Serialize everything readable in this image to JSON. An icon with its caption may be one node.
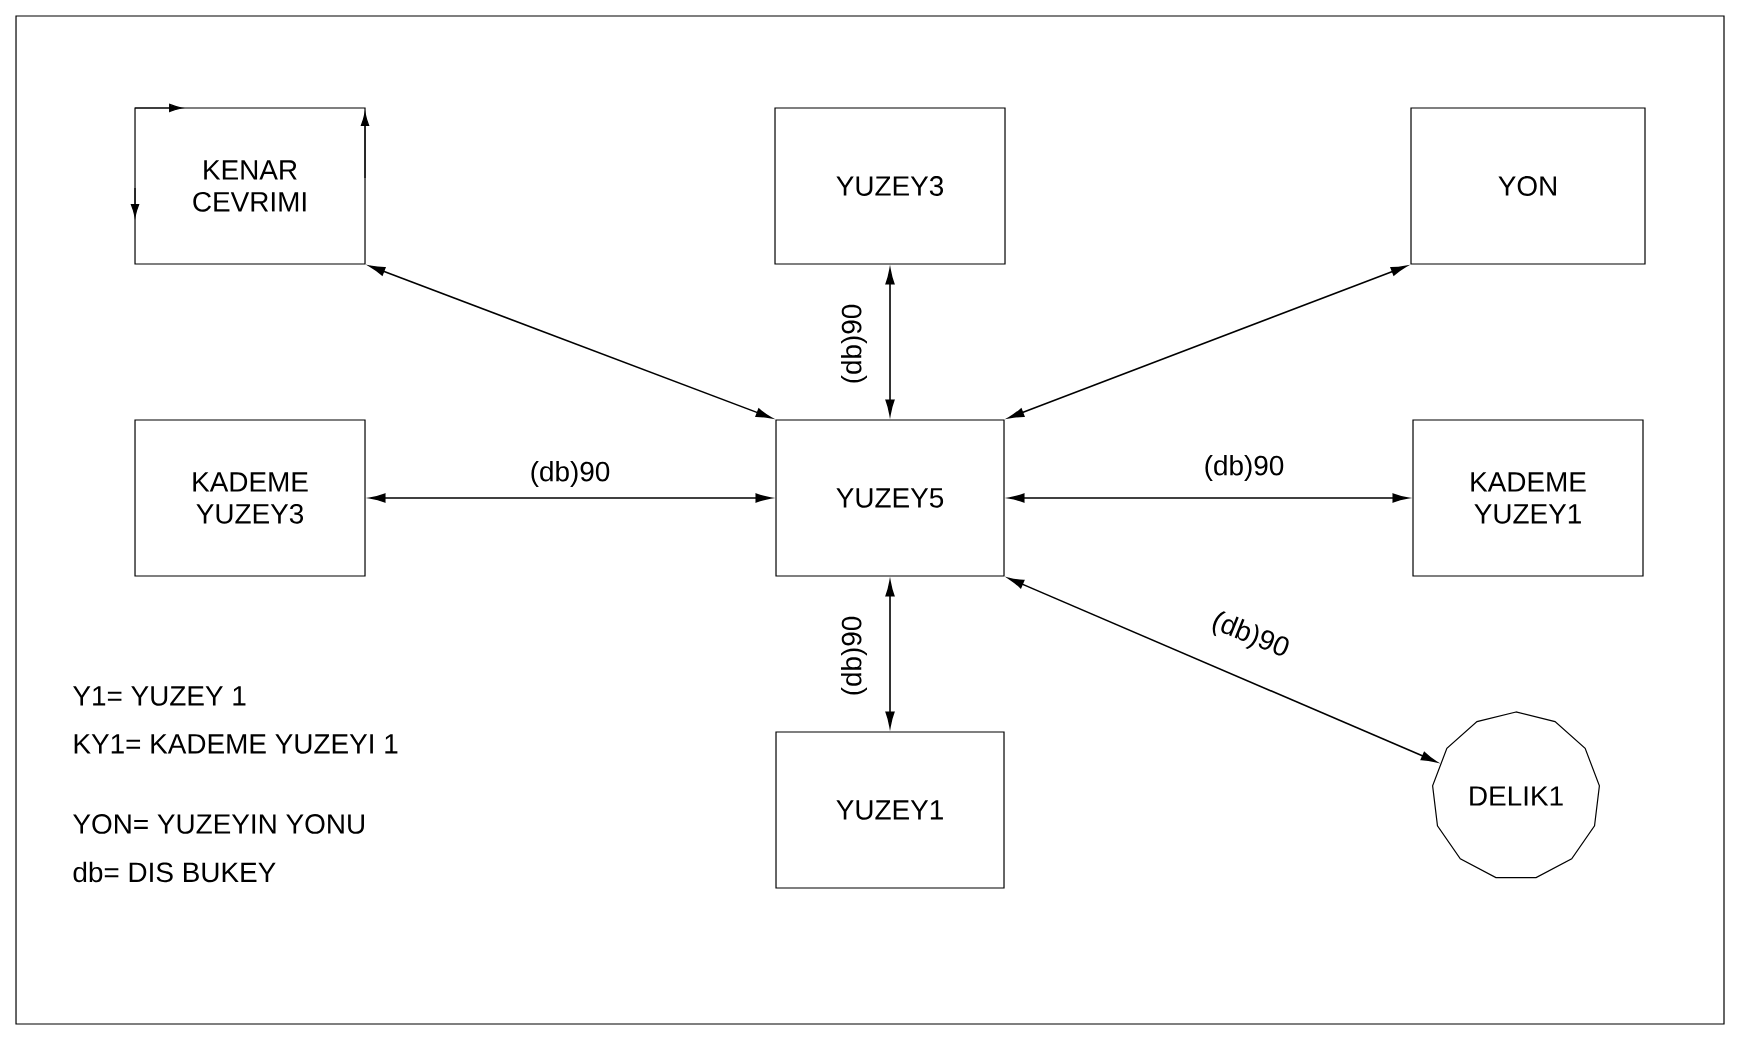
{
  "diagram": {
    "nodes": [
      {
        "text": [
          "KENAR CEVRIMI"
        ]
      },
      {
        "text": [
          "YUZEY3"
        ]
      },
      {
        "text": [
          "YON"
        ]
      },
      {
        "text": [
          "KADEME YUZEY3"
        ]
      },
      {
        "text": [
          "YUZEY5"
        ]
      },
      {
        "text": [
          "KADEME YUZEY1"
        ]
      },
      {
        "text": [
          "YUZEY1"
        ]
      },
      {
        "text": [
          "DELIK1"
        ]
      }
    ],
    "edges": [
      {
        "from": 4,
        "to": 0,
        "arrow": "both"
      },
      {
        "from": 4,
        "to": 1,
        "label": "(db)90",
        "arrow": "both"
      },
      {
        "from": 4,
        "to": 2,
        "arrow": "both"
      },
      {
        "from": 4,
        "to": 3,
        "label": "(db)90",
        "arrow": "both"
      },
      {
        "from": 4,
        "to": 5,
        "label": "(db)90",
        "arrow": "both"
      },
      {
        "from": 4,
        "to": 6,
        "label": "(db)90",
        "arrow": "both"
      },
      {
        "from": 4,
        "to": 7,
        "label": "(db)90",
        "arrow": "both"
      }
    ],
    "labels": [
      "Y1= YUZEY 1",
      "KY1= KADEME YUZEYI 1",
      "YON= YUZEYIN YONU",
      "db= DIS BUKEY"
    ]
  }
}
